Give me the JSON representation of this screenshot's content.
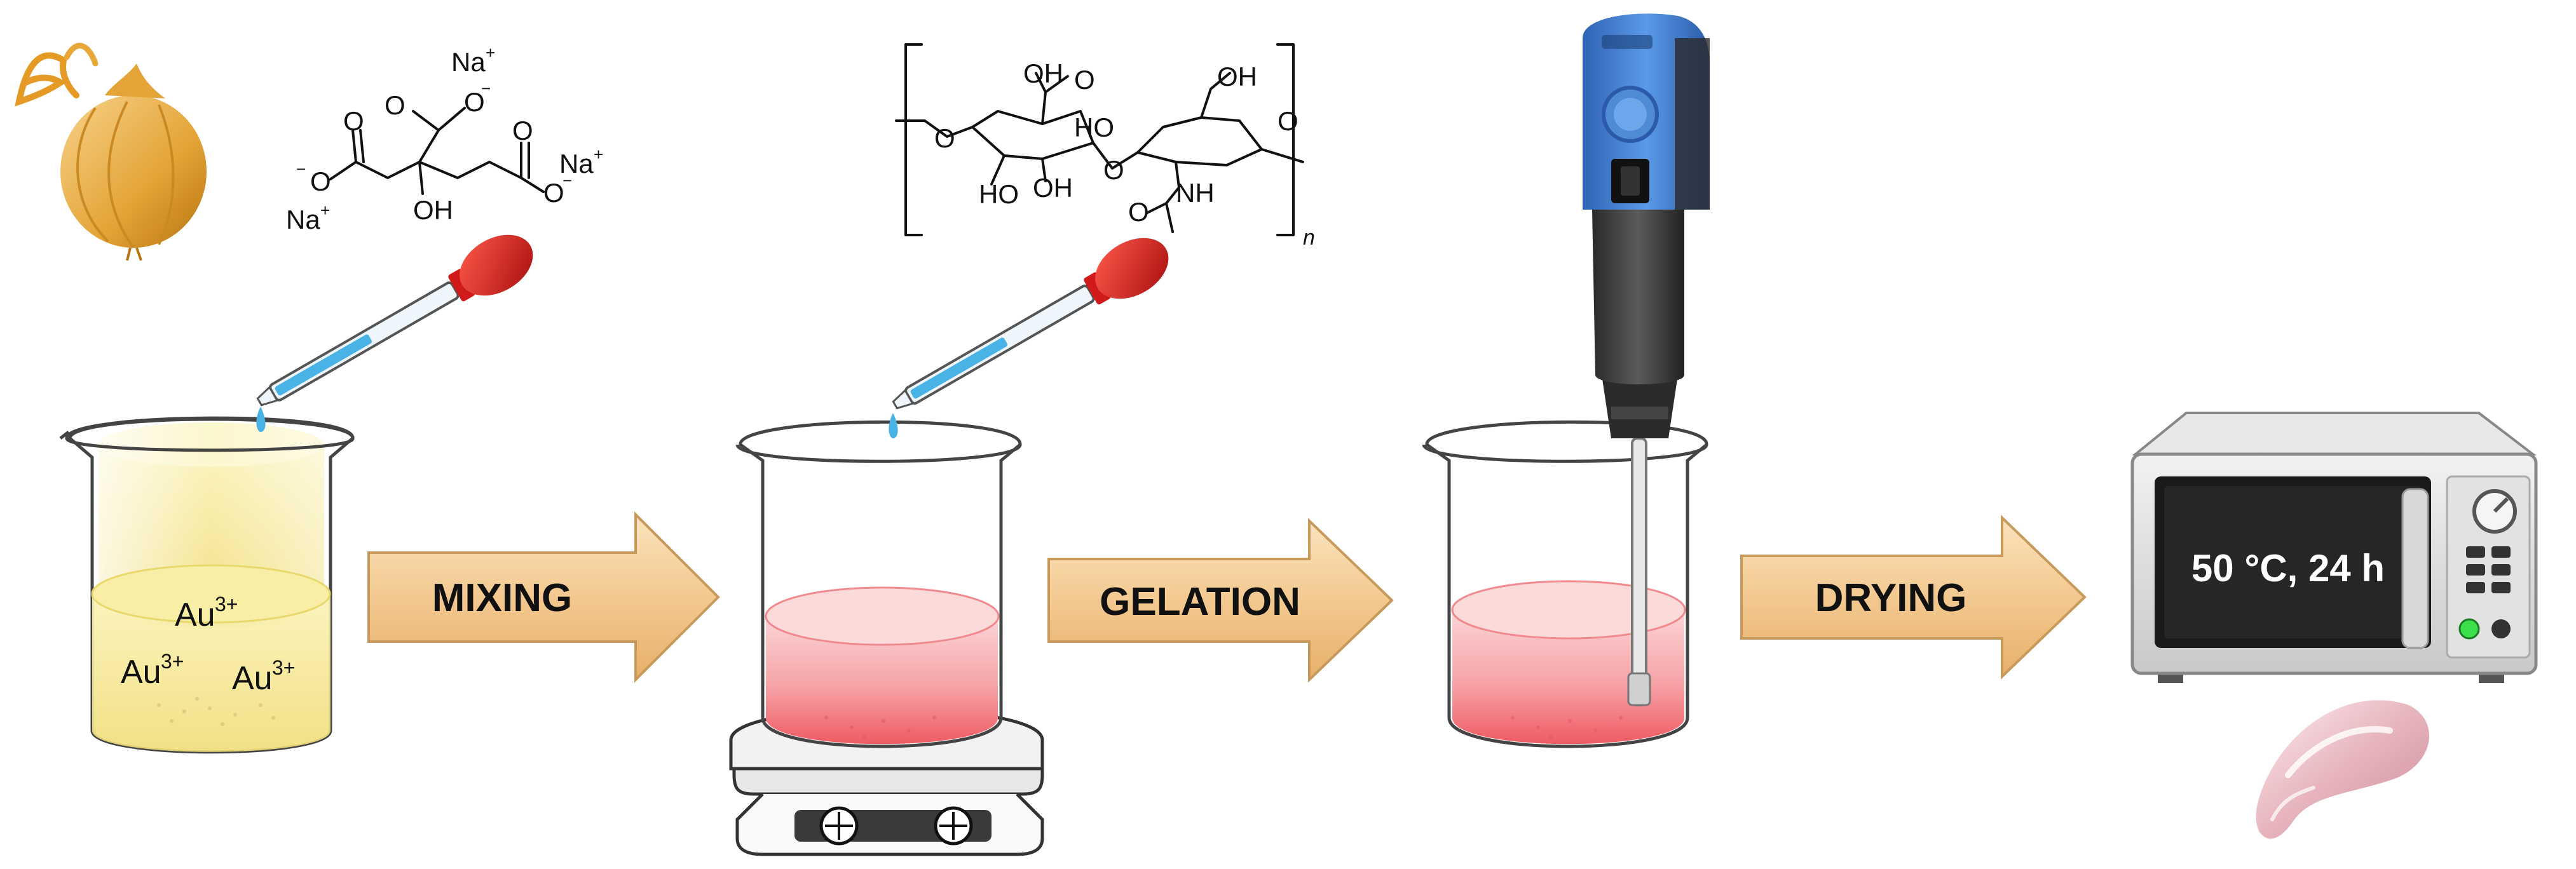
{
  "steps": {
    "mixing": "MIXING",
    "gelation": "GELATION",
    "drying": "DRYING"
  },
  "oven": {
    "display": "50 °C, 24 h"
  },
  "beaker1": {
    "ions": [
      "Au",
      "Au",
      "Au"
    ],
    "ion_charge": "3+"
  },
  "citrate": {
    "na": "Na",
    "na_charge": "+",
    "o": "O",
    "o_charge": "−",
    "oh": "OH"
  },
  "hyaluronate": {
    "oh": "OH",
    "ho": "HO",
    "o": "O",
    "nh": "NH",
    "n": "n"
  },
  "colors": {
    "arrow_fill": "#f3c990",
    "arrow_stroke": "#c79a5c",
    "gold_solution": "#f6ec9a",
    "gel_pink": "#f26d74",
    "dropper_bulb": "#d11a1a",
    "dropper_liquid": "#49b3e6",
    "homogenizer_blue": "#3f7fd0",
    "oven_screen": "#1a1a1a"
  },
  "icons": [
    "onion-icon",
    "dropper-icon",
    "beaker-icon",
    "hotplate-stirrer-icon",
    "homogenizer-icon",
    "oven-icon",
    "gel-sample-icon"
  ]
}
